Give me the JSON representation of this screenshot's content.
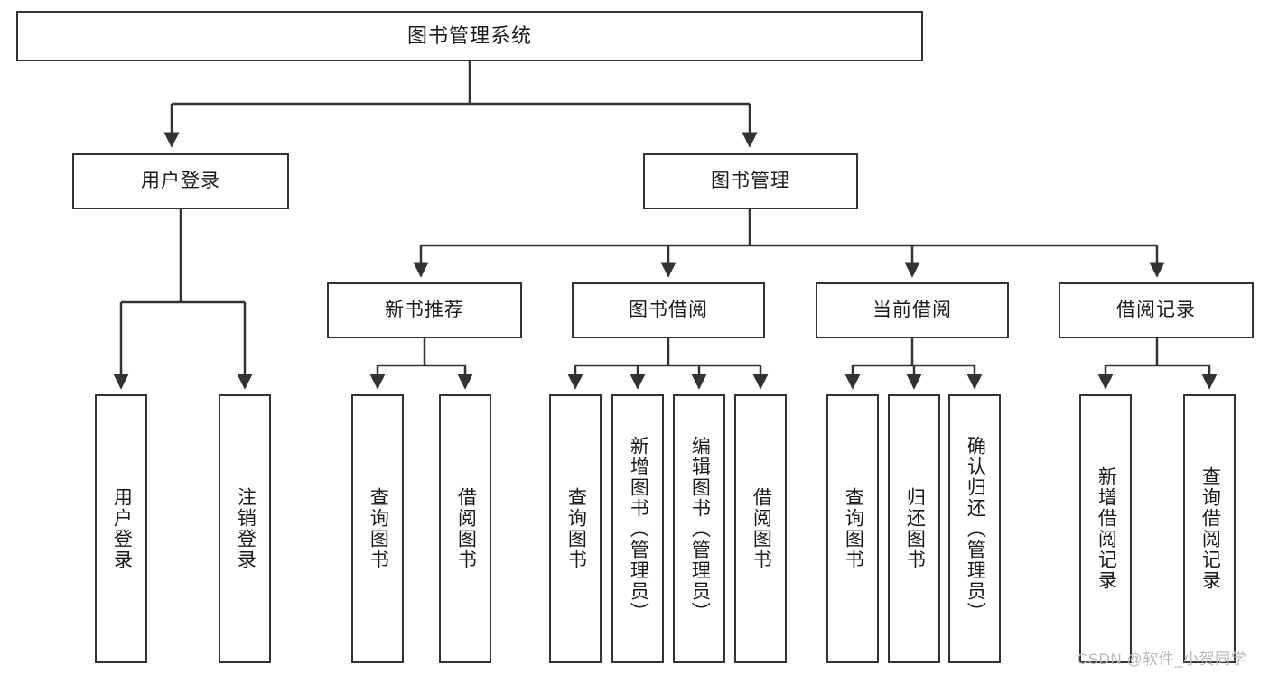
{
  "diagram": {
    "title": "图书管理系统",
    "type": "tree-hierarchy",
    "watermark": "CSDN @软件_小贺同学",
    "colors": {
      "stroke": "#333333",
      "fill": "#ffffff",
      "text": "#1a1a1a",
      "watermark": "#b9b9b9"
    }
  },
  "nodes": {
    "root": {
      "label": "图书管理系统"
    },
    "level2": [
      {
        "id": "user-login",
        "label": "用户登录"
      },
      {
        "id": "book-manage",
        "label": "图书管理"
      }
    ],
    "level3": [
      {
        "id": "new-book-recommend",
        "label": "新书推荐"
      },
      {
        "id": "book-borrow",
        "label": "图书借阅"
      },
      {
        "id": "current-borrow",
        "label": "当前借阅"
      },
      {
        "id": "borrow-record",
        "label": "借阅记录"
      }
    ],
    "leaves": {
      "user_login": [
        {
          "id": "leaf-user-login",
          "label": "用户登录"
        },
        {
          "id": "leaf-logout-login",
          "label": "注销登录"
        }
      ],
      "new_book_recommend": [
        {
          "id": "leaf-query-book-1",
          "label": "查询图书"
        },
        {
          "id": "leaf-borrow-book-1",
          "label": "借阅图书"
        }
      ],
      "book_borrow": [
        {
          "id": "leaf-query-book-2",
          "label": "查询图书"
        },
        {
          "id": "leaf-add-book",
          "label": "新增图书（管理员）"
        },
        {
          "id": "leaf-edit-book",
          "label": "编辑图书（管理员）"
        },
        {
          "id": "leaf-borrow-book-2",
          "label": "借阅图书"
        }
      ],
      "current_borrow": [
        {
          "id": "leaf-query-book-3",
          "label": "查询图书"
        },
        {
          "id": "leaf-return-book",
          "label": "归还图书"
        },
        {
          "id": "leaf-confirm-return",
          "label": "确认归还（管理员）"
        }
      ],
      "borrow_record": [
        {
          "id": "leaf-add-record",
          "label": "新增借阅记录"
        },
        {
          "id": "leaf-query-record",
          "label": "查询借阅记录"
        }
      ]
    }
  }
}
